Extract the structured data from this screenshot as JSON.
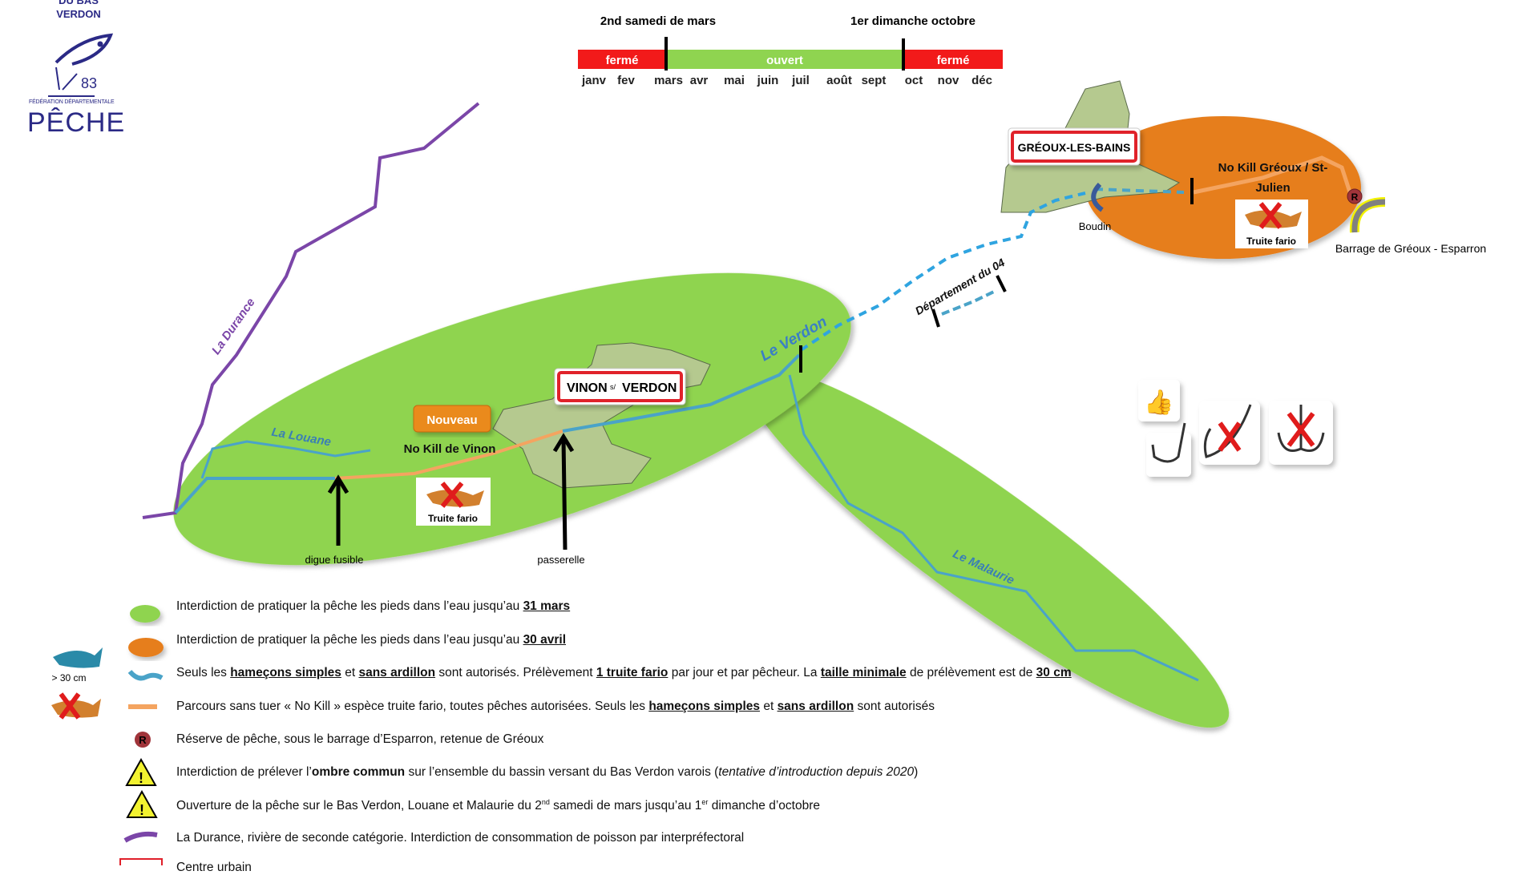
{
  "logo": {
    "top_text": "DU BAS VERDON",
    "federation": "FÉDÉRATION DÉPARTEMENTALE",
    "number": "83",
    "name": "PÊCHE"
  },
  "calendar": {
    "opening_label": "2nd samedi de mars",
    "closing_label": "1er dimanche octobre",
    "segments": [
      {
        "label": "fermé",
        "color": "#f21a1a"
      },
      {
        "label": "ouvert",
        "color": "#8fd450"
      },
      {
        "label": "fermé",
        "color": "#f21a1a"
      }
    ],
    "months": [
      "janv",
      "fev",
      "mars",
      "avr",
      "mai",
      "juin",
      "juil",
      "août",
      "sept",
      "oct",
      "nov",
      "déc"
    ]
  },
  "map": {
    "rivers": {
      "durance": "La Durance",
      "louane": "La Louane",
      "verdon": "Le Verdon",
      "malaurie": "Le Malaurie"
    },
    "towns": {
      "vinon": "VINON",
      "vinon_sur": "s/",
      "vinon_verdon": "VERDON",
      "greoux": "GRÉOUX-LES-BAINS"
    },
    "nouveau": "Nouveau",
    "no_kill_vinon": "No Kill de Vinon",
    "no_kill_greoux_1": "No Kill Gréoux / St-",
    "no_kill_greoux_2": "Julien",
    "truite_fario": "Truite fario",
    "digue": "digue fusible",
    "passerelle": "passerelle",
    "departement": "Département du 04",
    "boudin": "Boudin",
    "barrage": "Barrage de Gréoux - Esparron",
    "reserve_letter": "R",
    "colors": {
      "green": "#8fd450",
      "orange": "#e67e1e",
      "river": "#4aa3c8",
      "durance": "#7b46a8",
      "nokill": "#f4a460"
    }
  },
  "legend": {
    "size_label": "> 30 cm",
    "rows": [
      {
        "a": "Interdiction de pratiquer la pêche les pieds dans l’eau jusqu’au ",
        "b": "31 mars"
      },
      {
        "a": "Interdiction de pratiquer la pêche les pieds dans l’eau jusqu’au ",
        "b": "30 avril"
      },
      {
        "a": "Seuls les ",
        "b": "hameçons simples",
        "c": " et ",
        "d": "sans ardillon",
        "e": " sont autorisés. Prélèvement ",
        "f": "1 truite fario",
        "g": " par jour et par pêcheur. La ",
        "h": "taille minimale",
        "i": " de prélèvement est de ",
        "j": "30 cm"
      },
      {
        "a": "Parcours sans tuer « No Kill » espèce truite fario, toutes pêches autorisées. Seuls les ",
        "b": "hameçons simples",
        "c": " et ",
        "d": "sans ardillon",
        "e": " sont autorisés"
      },
      {
        "a": "Réserve de pêche, sous le barrage d’Esparron, retenue de Gréoux"
      },
      {
        "a": "Interdiction de prélever l’",
        "b": "ombre commun",
        "c": " sur l’ensemble du bassin versant du Bas Verdon varois (",
        "d": "tentative d’introduction depuis 2020",
        "e": ")"
      },
      {
        "a": "Ouverture de la pêche sur le Bas Verdon, Louane et Malaurie du 2",
        "b": "nd",
        "c": " samedi de mars jusqu’au 1",
        "d": "er",
        "e": " dimanche d’octobre"
      },
      {
        "a": "La Durance, rivière de seconde catégorie. Interdiction de consommation de poisson par interpréfectoral"
      },
      {
        "a": "Centre urbain"
      }
    ]
  }
}
